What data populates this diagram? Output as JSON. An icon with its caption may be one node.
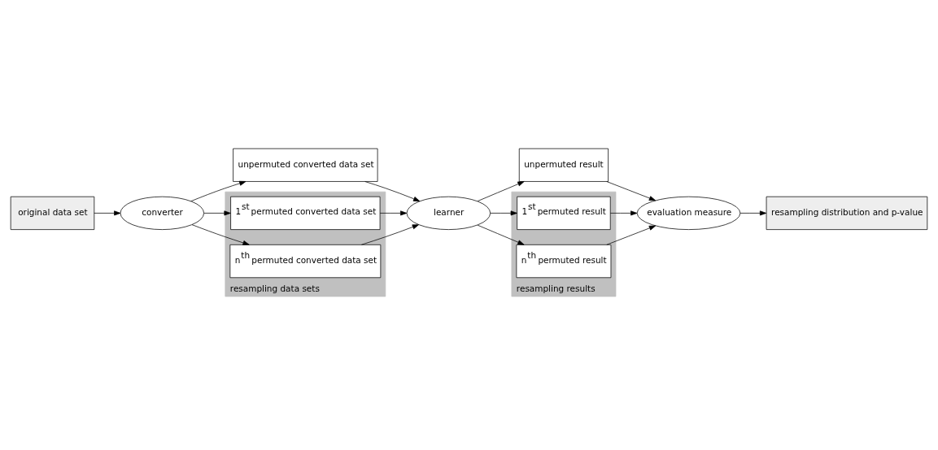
{
  "diagram": {
    "nodes": [
      {
        "text": [
          "original data set"
        ]
      },
      {
        "text": [
          "converter"
        ]
      },
      {
        "text": [
          "unpermuted converted data set"
        ]
      },
      {
        "text": [
          "resampling data sets"
        ]
      },
      {
        "text": [
          "1$^{st}$ permuted converted data set"
        ],
        "in": 3
      },
      {
        "text": [
          "n$^{th}$ permuted converted data set"
        ],
        "in": 3
      },
      {
        "text": [
          "learner"
        ]
      },
      {
        "text": [
          "unpermuted result"
        ]
      },
      {
        "text": [
          "resampling results"
        ]
      },
      {
        "text": [
          "1$^{st}$ permuted result"
        ],
        "in": 8
      },
      {
        "text": [
          "n$^{th}$ permuted result"
        ],
        "in": 8
      },
      {
        "text": [
          "evaluation measure"
        ]
      },
      {
        "text": [
          "resampling distribution and p-value"
        ]
      }
    ],
    "edges": [
      {
        "from": 0,
        "to": 1,
        "arrow": "to"
      },
      {
        "from": 1,
        "to": 2,
        "arrow": "to"
      },
      {
        "from": 1,
        "to": 4,
        "arrow": "to"
      },
      {
        "from": 1,
        "to": 5,
        "arrow": "to"
      },
      {
        "from": 2,
        "to": 6,
        "arrow": "to"
      },
      {
        "from": 4,
        "to": 6,
        "arrow": "to"
      },
      {
        "from": 5,
        "to": 6,
        "arrow": "to"
      },
      {
        "from": 6,
        "to": 7,
        "arrow": "to"
      },
      {
        "from": 6,
        "to": 9,
        "arrow": "to"
      },
      {
        "from": 6,
        "to": 10,
        "arrow": "to"
      },
      {
        "from": 7,
        "to": 11,
        "arrow": "to"
      },
      {
        "from": 9,
        "to": 11,
        "arrow": "to"
      },
      {
        "from": 10,
        "to": 11,
        "arrow": "to"
      },
      {
        "from": 11,
        "to": 12,
        "arrow": "to"
      }
    ]
  }
}
